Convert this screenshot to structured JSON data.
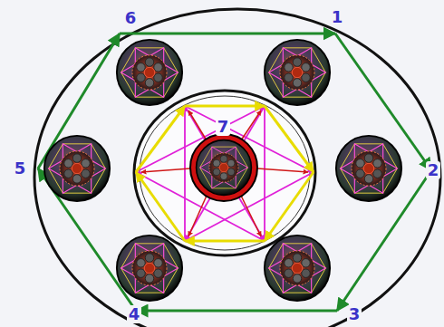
{
  "diagram": {
    "labels": [
      "6",
      "1",
      "5",
      "7",
      "2",
      "4",
      "3"
    ]
  }
}
